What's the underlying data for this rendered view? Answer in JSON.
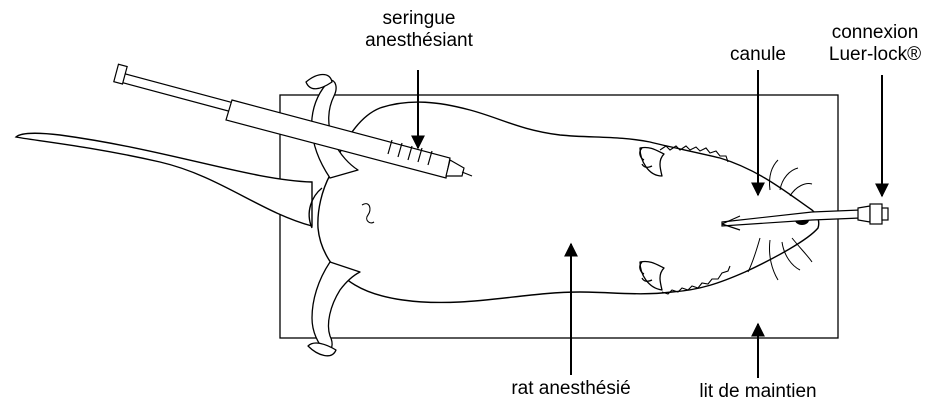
{
  "labels": {
    "syringe_line1": "seringue",
    "syringe_line2": "anesthésiant",
    "cannula": "canule",
    "connector_line1": "connexion",
    "connector_line2": "Luer-lock®",
    "rat": "rat anesthésié",
    "bed": "lit de maintien"
  },
  "colors": {
    "stroke": "#000000",
    "background": "#ffffff"
  }
}
